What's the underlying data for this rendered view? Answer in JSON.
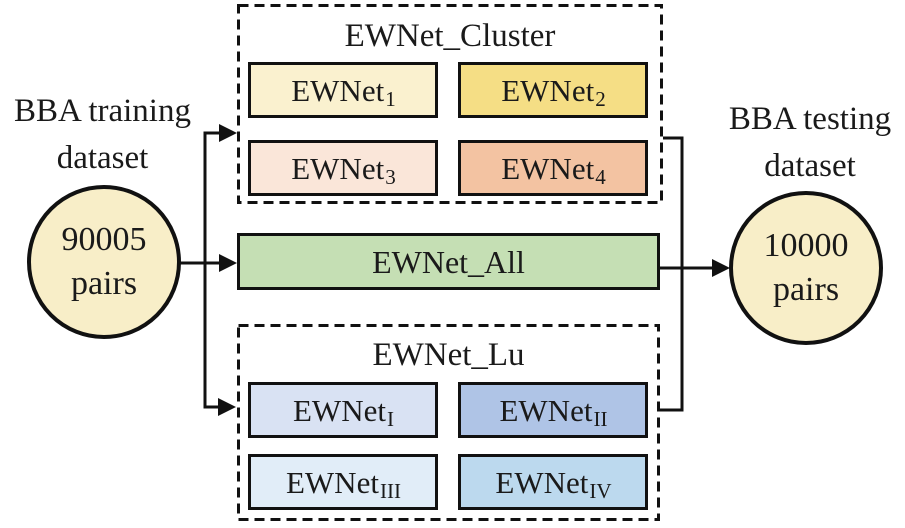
{
  "training_label": {
    "line1": "BBA training",
    "line2": "dataset"
  },
  "training_circle": {
    "value": "90005",
    "unit": "pairs",
    "fill": "#F8EEC8"
  },
  "testing_label": {
    "line1": "BBA testing",
    "line2": "dataset"
  },
  "testing_circle": {
    "value": "10000",
    "unit": "pairs",
    "fill": "#F8EEC8"
  },
  "cluster_group": {
    "title": "EWNet_Cluster",
    "boxes": [
      {
        "base": "EWNet",
        "sub": "1",
        "fill": "#FAF1CF"
      },
      {
        "base": "EWNet",
        "sub": "2",
        "fill": "#F5DE85"
      },
      {
        "base": "EWNet",
        "sub": "3",
        "fill": "#FAE6D9"
      },
      {
        "base": "EWNet",
        "sub": "4",
        "fill": "#F3C3A2"
      }
    ]
  },
  "all_box": {
    "label": "EWNet_All",
    "fill": "#C5DFB4"
  },
  "lu_group": {
    "title": "EWNet_Lu",
    "boxes": [
      {
        "base": "EWNet",
        "sub": "I",
        "fill": "#D9E2F3"
      },
      {
        "base": "EWNet",
        "sub": "II",
        "fill": "#AFC4E6"
      },
      {
        "base": "EWNet",
        "sub": "III",
        "fill": "#E1EDF8"
      },
      {
        "base": "EWNet",
        "sub": "IV",
        "fill": "#BCD9EE"
      }
    ]
  },
  "line_color": "#111111"
}
